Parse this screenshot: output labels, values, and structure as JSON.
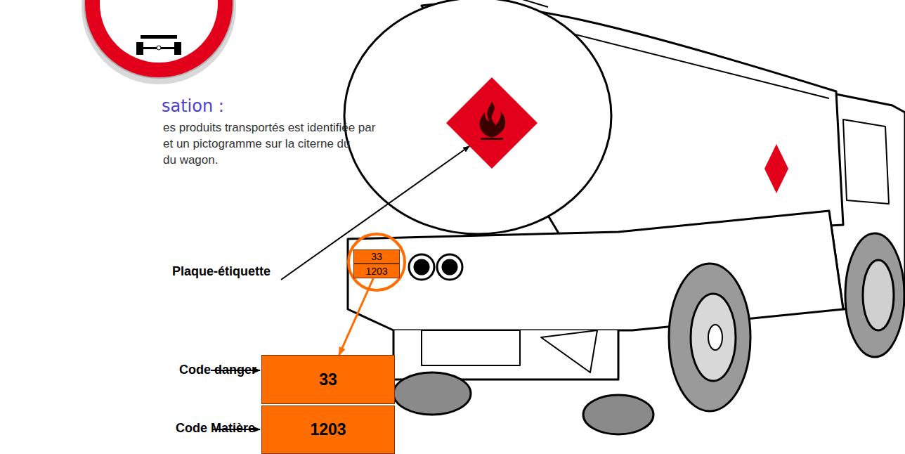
{
  "diagram": {
    "nodes": [
      {
        "text": [
          "33"
        ]
      },
      {
        "text": [
          "1203"
        ]
      },
      {
        "text": [
          "33"
        ]
      },
      {
        "text": [
          "1203"
        ]
      }
    ],
    "edges": [
      {
        "from": 1,
        "to": 2,
        "arrow": "to"
      }
    ],
    "labels": [
      "sation :",
      "es produits transportés est identifiée par",
      "et un pictogramme sur la citerne du",
      "du wagon.",
      "Plaque-étiquette",
      "Code danger",
      "Code Matière"
    ]
  }
}
